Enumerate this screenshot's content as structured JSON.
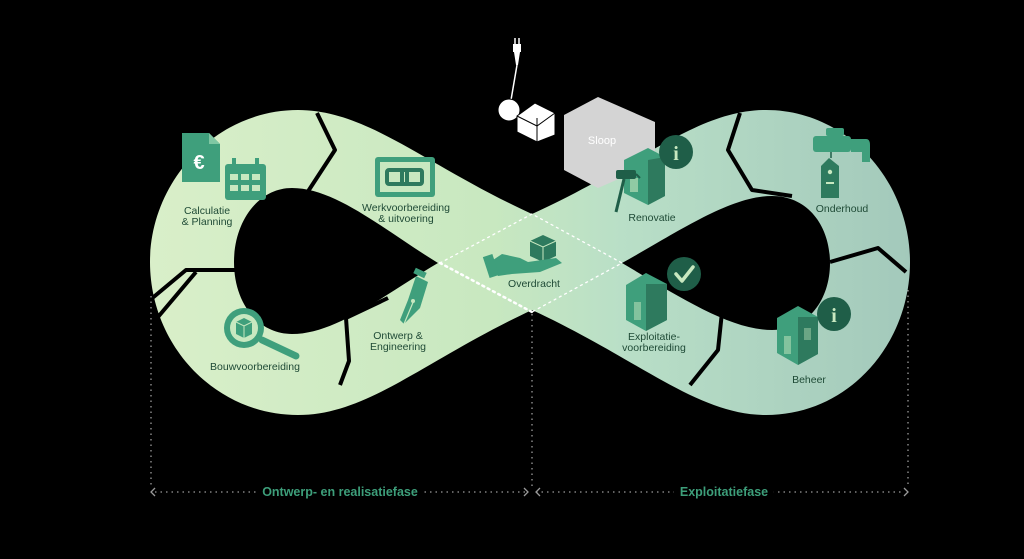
{
  "stages": {
    "calculatie": "Calculatie\n& Planning",
    "werkvoorbereiding": "Werkvoorbereiding\n& uitvoering",
    "bouwvoorbereiding": "Bouwvoorbereiding",
    "ontwerp": "Ontwerp &\nEngineering",
    "overdracht": "Overdracht",
    "renovatie": "Renovatie",
    "exploitatievoorbereiding": "Exploitatie-\nvoorbereiding",
    "onderhoud": "Onderhoud",
    "beheer": "Beheer",
    "sloop": "Sloop"
  },
  "phases": {
    "left": "Ontwerp- en realisatiefase",
    "right": "Exploitatiefase"
  },
  "icons": {
    "calculatie": "euro-document-calendar-icon",
    "werkvoorbereiding": "chain-link-tablet-icon",
    "bouwvoorbereiding": "magnifier-box-icon",
    "ontwerp": "fountain-pen-icon",
    "overdracht": "hand-box-icon",
    "renovatie": "paint-roller-building-icon",
    "exploitatievoorbereiding": "building-check-icon",
    "onderhoud": "faucet-tag-icon",
    "beheer": "building-info-icon",
    "sloop": "wrecking-ball-icon"
  },
  "colors": {
    "background": "#000000",
    "band_light": "#d6ecc8",
    "band_mid": "#bfe3c4",
    "band_right": "#a9cfc0",
    "icon_green": "#3f9f7c",
    "icon_dark": "#1f5e48",
    "phase_text": "#3d9e7a",
    "sloop_box": "#d4d4d4"
  }
}
